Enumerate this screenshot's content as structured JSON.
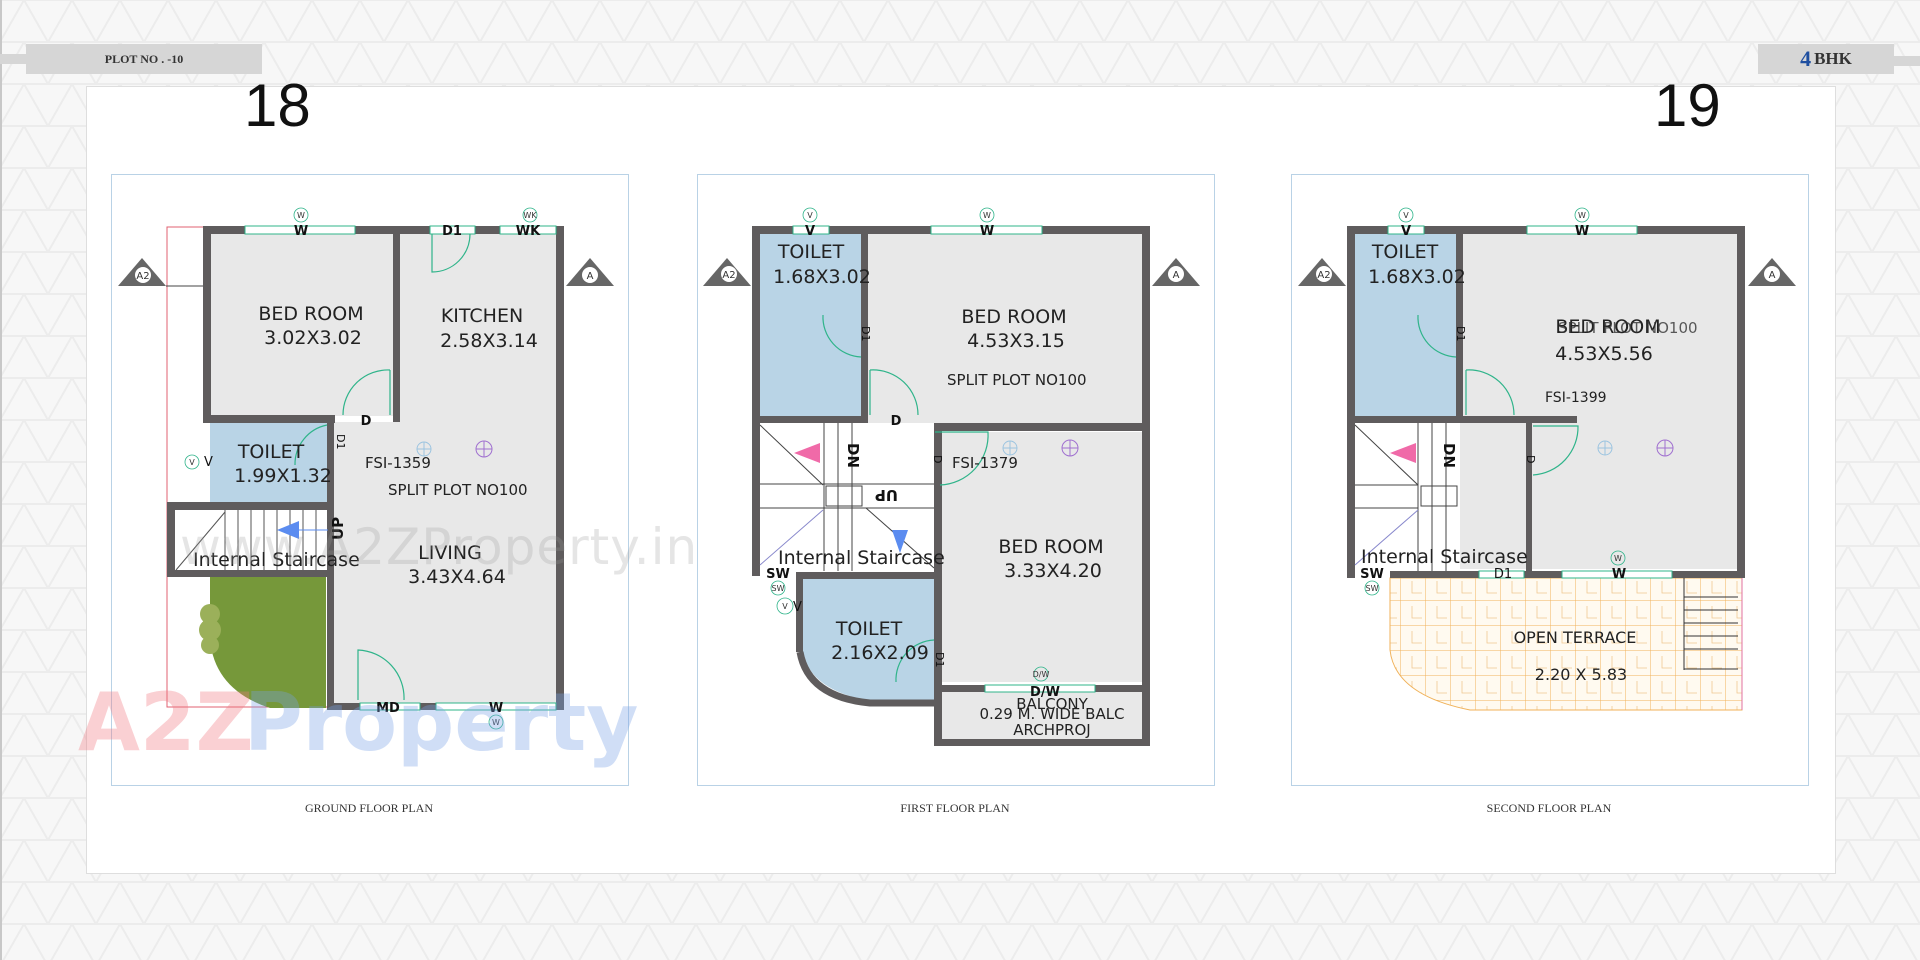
{
  "header": {
    "plot_label": "PLOT NO . -10",
    "bhk_number": "4",
    "bhk_label": "BHK",
    "plot_left_number": "18",
    "plot_right_number": "19"
  },
  "colors": {
    "wall": "#5f5c5d",
    "floor": "#e8e8e8",
    "toilet": "#b9d4e6",
    "door": "#2fb48a",
    "garden": "#76983a",
    "terrace_grid": "#f0b25a",
    "arrow_up": "#5b8cf0",
    "arrow_dn": "#f06aa8",
    "accent_blue": "#1f4fa0"
  },
  "plans": [
    {
      "caption": "GROUND FLOOR PLAN",
      "section_markers": [
        "A2",
        "A"
      ],
      "rooms": [
        {
          "name": "BED ROOM",
          "size": "3.02X3.02"
        },
        {
          "name": "KITCHEN",
          "size": "2.58X3.14"
        },
        {
          "name": "TOILET",
          "size": "1.99X1.32"
        },
        {
          "name": "LIVING",
          "size": "3.43X4.64"
        }
      ],
      "fsi": "FSI-1359",
      "split_plot": "SPLIT PLOT NO100",
      "staircase": "Internal Staircase",
      "stair_dir": "UP",
      "openings": [
        "W",
        "D1",
        "WK",
        "D",
        "D1",
        "V",
        "MD",
        "W"
      ],
      "markers": [
        "W",
        "WK",
        "V",
        "W"
      ]
    },
    {
      "caption": "FIRST FLOOR PLAN",
      "section_markers": [
        "A2",
        "A"
      ],
      "rooms": [
        {
          "name": "TOILET",
          "size": "1.68X3.02"
        },
        {
          "name": "BED ROOM",
          "size": "4.53X3.15"
        },
        {
          "name": "BED ROOM",
          "size": "3.33X4.20"
        },
        {
          "name": "TOILET",
          "size": "2.16X2.09"
        }
      ],
      "fsi": "FSI-1379",
      "split_plot": "SPLIT PLOT NO100",
      "staircase": "Internal Staircase",
      "stair_up": "UP",
      "stair_dn": "DN",
      "balcony": {
        "label": "BALCONY",
        "note": "0.29 M. WIDE BALC",
        "note2": "ARCHPROJ",
        "door": "D/W"
      },
      "openings": [
        "V",
        "W",
        "D1",
        "D",
        "D",
        "SW",
        "V",
        "D1",
        "D/W"
      ],
      "markers": [
        "V",
        "W",
        "SW",
        "V",
        "D/W"
      ]
    },
    {
      "caption": "SECOND FLOOR PLAN",
      "section_markers": [
        "A2",
        "A"
      ],
      "rooms": [
        {
          "name": "TOILET",
          "size": "1.68X3.02"
        },
        {
          "name": "BED ROOM",
          "size": "4.53X5.56"
        }
      ],
      "fsi": "FSI-1399",
      "split_plot": "SPLIT PLOT NO100",
      "staircase": "Internal Staircase",
      "stair_dn": "DN",
      "terrace": {
        "label": "OPEN TERRACE",
        "size": "2.20 X 5.83"
      },
      "openings": [
        "V",
        "W",
        "D1",
        "D",
        "SW",
        "D1",
        "W"
      ],
      "markers": [
        "V",
        "W",
        "SW",
        "W"
      ]
    }
  ],
  "watermarks": {
    "url": "www.A2ZProperty.in",
    "brand_a2z": "A2Z",
    "brand_property": "Property"
  }
}
